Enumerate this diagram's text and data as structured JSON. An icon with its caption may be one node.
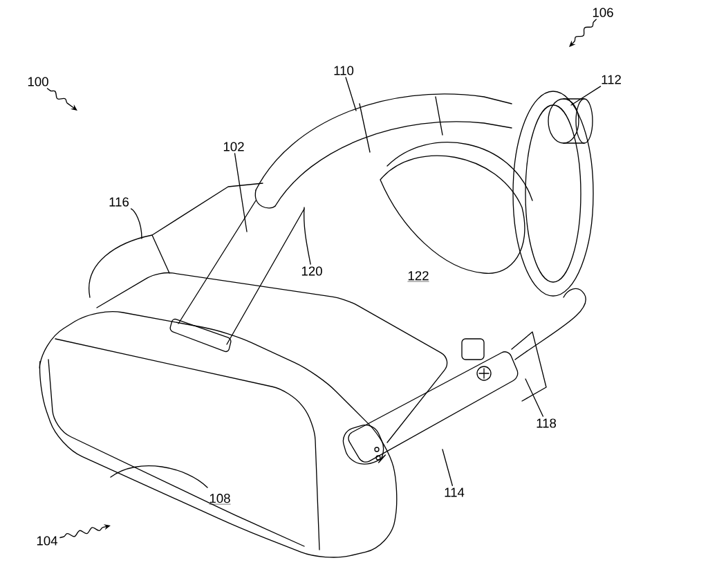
{
  "diagram": {
    "nodes": [
      {
        "text": [
          "100"
        ]
      },
      {
        "text": [
          "106"
        ]
      },
      {
        "text": [
          "104"
        ]
      },
      {
        "text": [
          "110"
        ]
      },
      {
        "text": [
          "112"
        ]
      },
      {
        "text": [
          "102"
        ]
      },
      {
        "text": [
          "116"
        ]
      },
      {
        "text": [
          "120"
        ]
      },
      {
        "text": [
          "118"
        ]
      },
      {
        "text": [
          "114"
        ]
      }
    ],
    "edges": [
      {
        "from": 0,
        "to": null,
        "arrow": "to"
      },
      {
        "from": 1,
        "to": null,
        "arrow": "to"
      },
      {
        "from": 2,
        "to": null,
        "arrow": "to"
      },
      {
        "from": 3,
        "to": null,
        "arrow": "none"
      },
      {
        "from": 4,
        "to": null,
        "arrow": "none"
      },
      {
        "from": 5,
        "to": null,
        "arrow": "none"
      },
      {
        "from": 6,
        "to": null,
        "arrow": "none"
      },
      {
        "from": 7,
        "to": null,
        "arrow": "none"
      },
      {
        "from": 8,
        "to": null,
        "arrow": "none"
      },
      {
        "from": 9,
        "to": null,
        "arrow": "none"
      }
    ],
    "labels": [
      "122",
      "108"
    ]
  }
}
